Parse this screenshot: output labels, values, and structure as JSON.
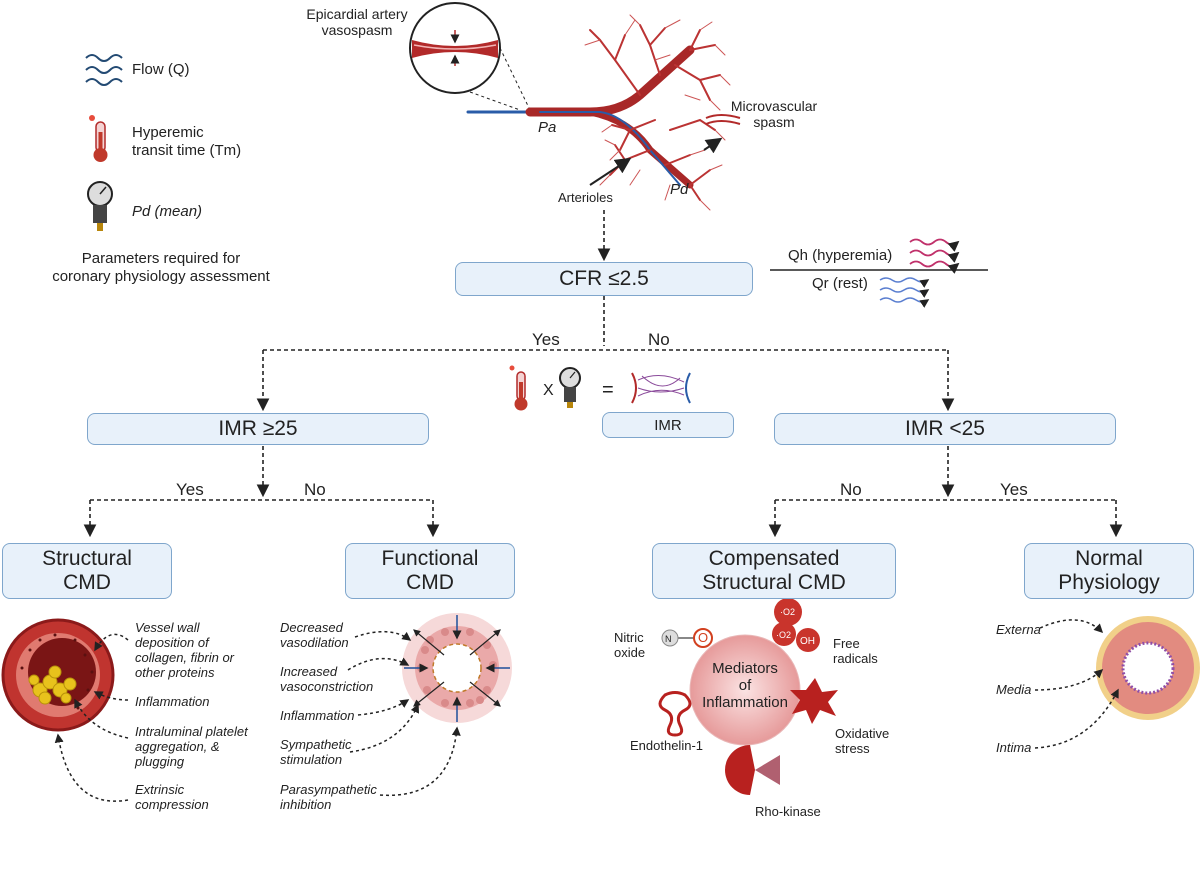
{
  "legend": {
    "flow": "Flow (Q)",
    "hyperemic": "Hyperemic\ntransit time (Tm)",
    "pd": "Pd (mean)",
    "caption": "Parameters required for\ncoronary physiology assessment"
  },
  "anatomy": {
    "epicardial": "Epicardial artery\nvasospasm",
    "microvascular": "Microvascular\nspasm",
    "pa": "Pa",
    "pd": "Pd",
    "arterioles": "Arterioles"
  },
  "cfr": {
    "label": "CFR ≤2.5",
    "qh": "Qh (hyperemia)",
    "qr": "Qr (rest)",
    "yes": "Yes",
    "no": "No"
  },
  "imr_formula": {
    "times": "X",
    "equals": "=",
    "imr": "IMR"
  },
  "imr_left": {
    "label": "IMR ≥25",
    "yes": "Yes",
    "no": "No"
  },
  "imr_right": {
    "label": "IMR <25",
    "yes": "Yes",
    "no": "No"
  },
  "outcomes": {
    "structural": "Structural\nCMD",
    "functional": "Functional\nCMD",
    "compensated": "Compensated\nStructural CMD",
    "normal": "Normal\nPhysiology"
  },
  "structural_notes": {
    "deposition": "Vessel wall\ndeposition of\ncollagen, fibrin or\nother proteins",
    "inflammation": "Inflammation",
    "platelet": "Intraluminal platelet\naggregation, &\nplugging",
    "compression": "Extrinsic\ncompression"
  },
  "functional_notes": {
    "vasodilation": "Decreased\nvasodilation",
    "vasoconstriction": "Increased\nvasoconstriction",
    "inflammation": "Inflammation",
    "sympathetic": "Sympathetic\nstimulation",
    "parasympathetic": "Parasympathetic\ninhibition"
  },
  "compensated_notes": {
    "center": "Mediators\nof\nInflammation",
    "nitric": "Nitric\noxide",
    "free": "Free\nradicals",
    "endothelin": "Endothelin-1",
    "oxidative": "Oxidative\nstress",
    "rho": "Rho-kinase",
    "n": "N",
    "o": "O",
    "o2a": "·O2",
    "o2b": "·O2",
    "oh": "OH"
  },
  "normal_notes": {
    "externa": "Externa",
    "media": "Media",
    "intima": "Intima"
  },
  "colors": {
    "box_fill": "#e8f1fa",
    "box_border": "#7fa6cc",
    "vessel_red": "#b22a2a",
    "arrow": "#222222"
  }
}
